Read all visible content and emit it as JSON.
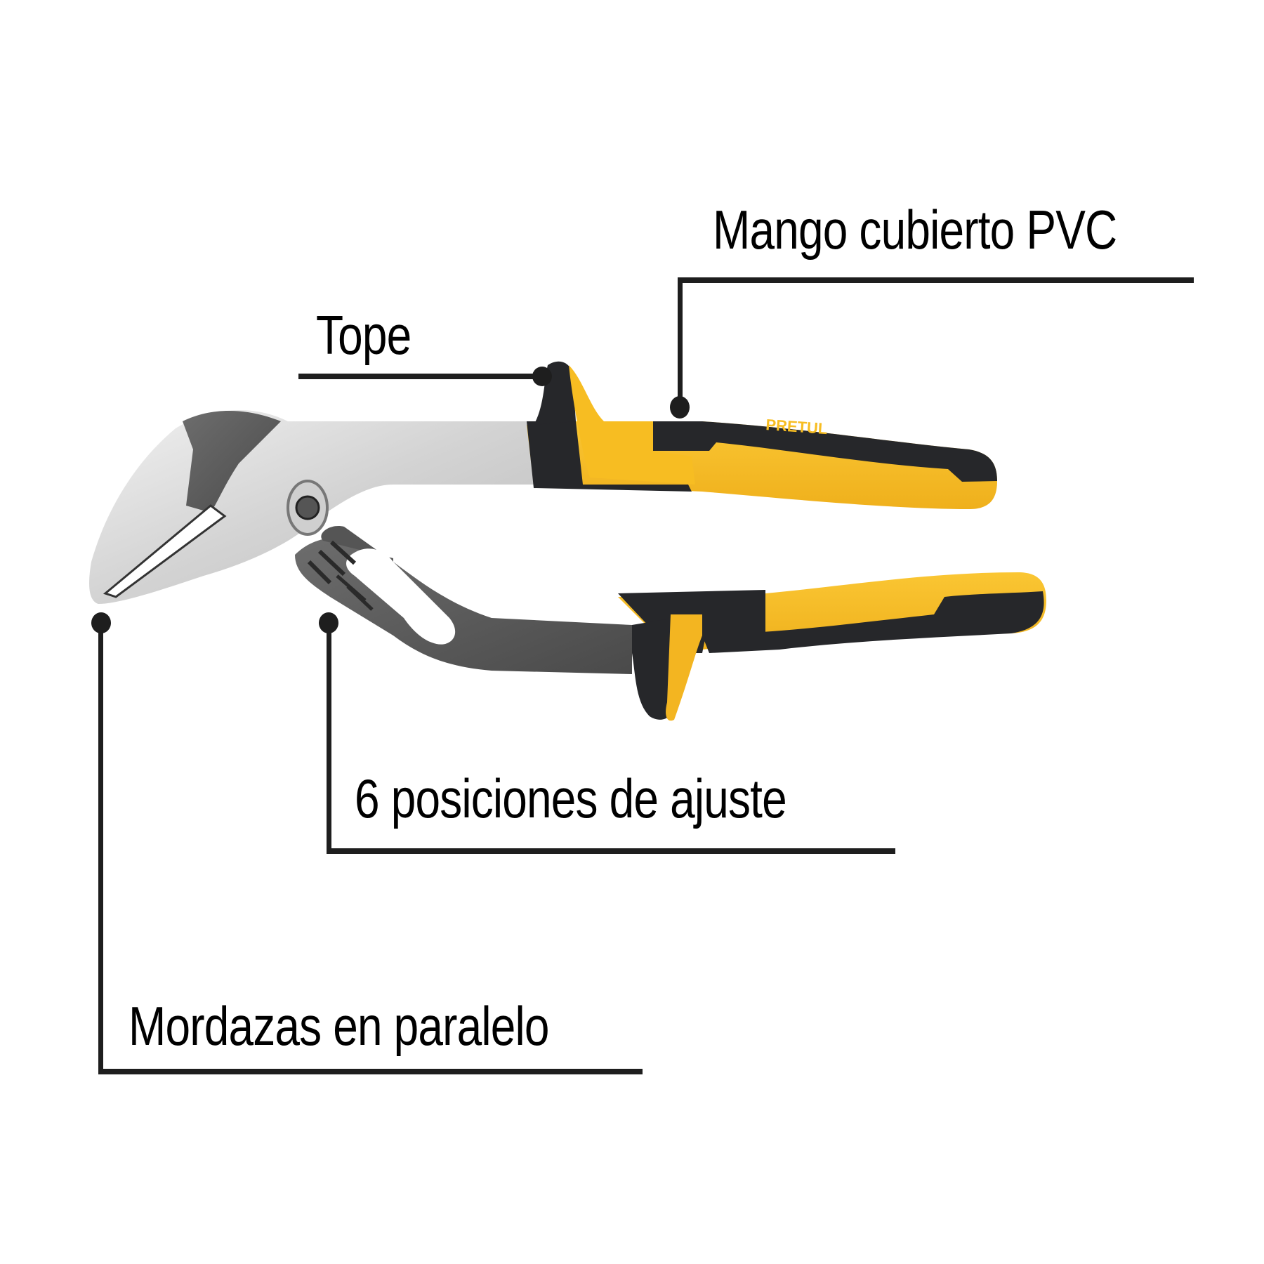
{
  "callouts": {
    "handle": {
      "label": "Mango cubierto PVC"
    },
    "stop": {
      "label": "Tope"
    },
    "adjust": {
      "label": "6 posiciones de ajuste"
    },
    "jaws": {
      "label": "Mordazas en paralelo"
    }
  },
  "product": {
    "type": "tongue-and-groove pliers",
    "handle_brand_text": "PRETUL"
  },
  "colors": {
    "background": "#ffffff",
    "leader_line": "#1e1e1e",
    "grip_yellow": "#f7bd22",
    "grip_black": "#26272a",
    "steel_light": "#d9d9d9",
    "steel_dark": "#5b5b5b"
  }
}
